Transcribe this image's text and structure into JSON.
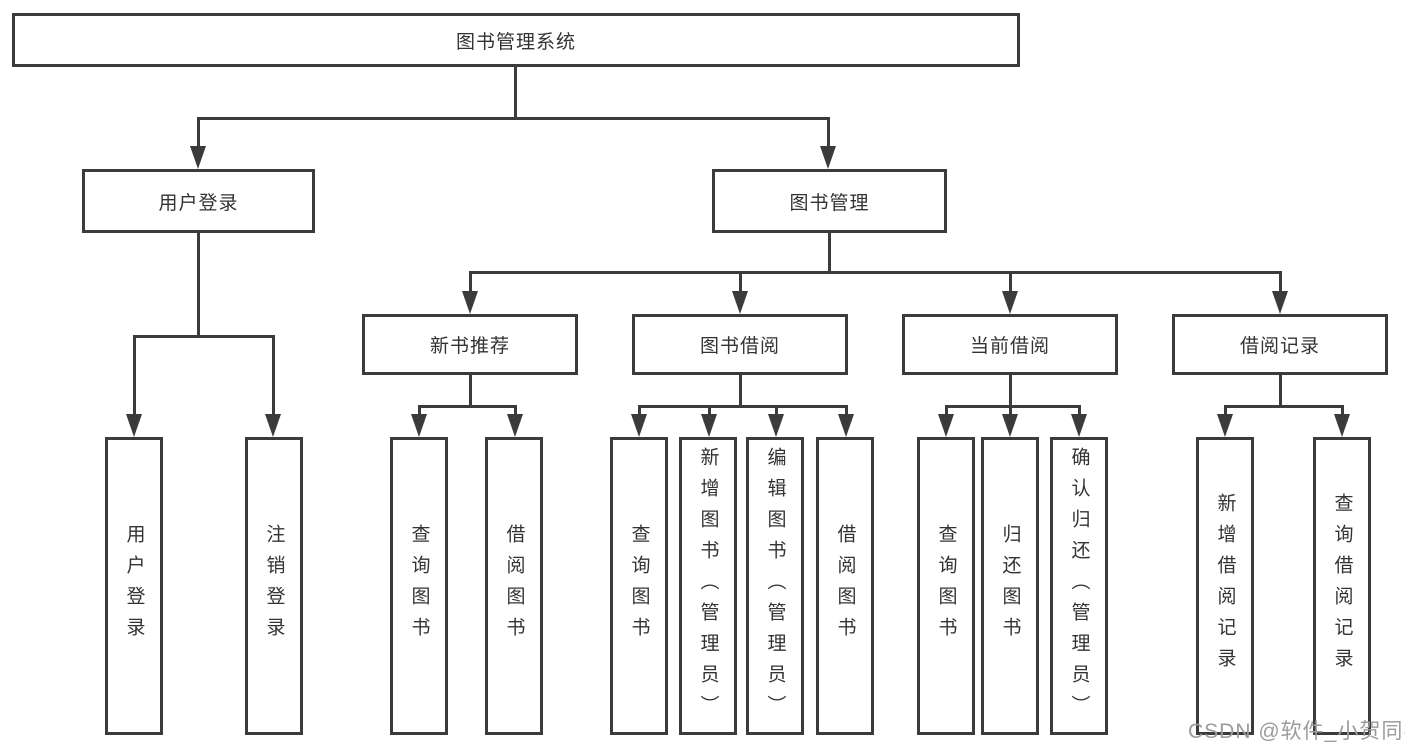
{
  "colors": {
    "line": "#3b3b3b",
    "box_fill": "#ffffff",
    "text": "#333333",
    "watermark": "#9c9c9c"
  },
  "diagram": {
    "root": {
      "label": "图书管理系统"
    },
    "branches": [
      {
        "label": "用户登录",
        "children": [
          {
            "label": "用户登录"
          },
          {
            "label": "注销登录"
          }
        ]
      },
      {
        "label": "图书管理",
        "children": [
          {
            "label": "新书推荐",
            "children": [
              {
                "label": "查询图书"
              },
              {
                "label": "借阅图书"
              }
            ]
          },
          {
            "label": "图书借阅",
            "children": [
              {
                "label": "查询图书"
              },
              {
                "label": "新增图书（管理员）"
              },
              {
                "label": "编辑图书（管理员）"
              },
              {
                "label": "借阅图书"
              }
            ]
          },
          {
            "label": "当前借阅",
            "children": [
              {
                "label": "查询图书"
              },
              {
                "label": "归还图书"
              },
              {
                "label": "确认归还（管理员）"
              }
            ]
          },
          {
            "label": "借阅记录",
            "children": [
              {
                "label": "新增借阅记录"
              },
              {
                "label": "查询借阅记录"
              }
            ]
          }
        ]
      }
    ]
  },
  "watermark": {
    "text": "CSDN @软件_小贺同学"
  }
}
